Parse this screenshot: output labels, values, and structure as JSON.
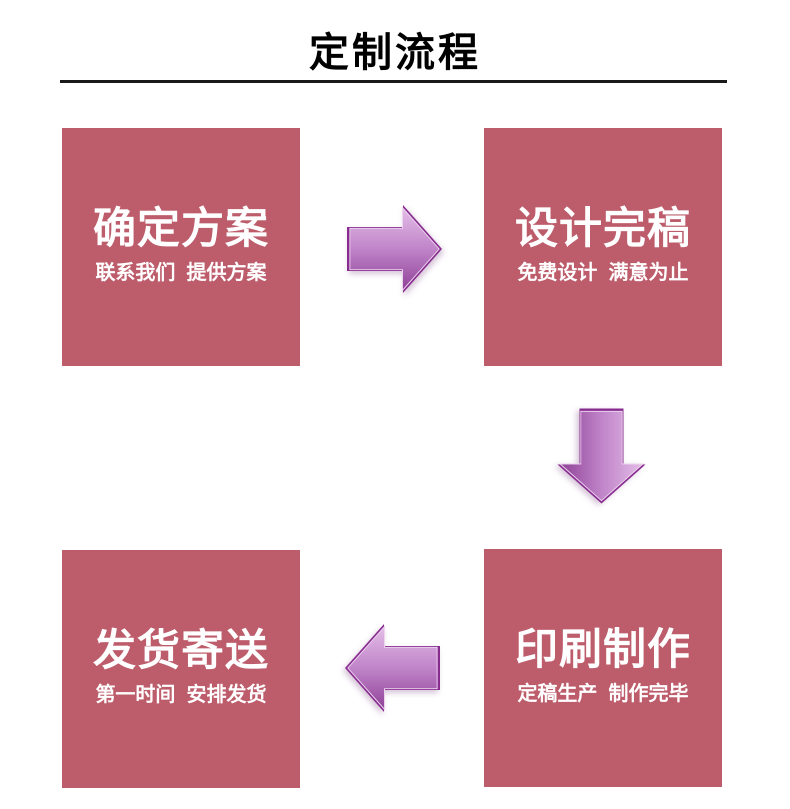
{
  "header": {
    "title": "定制流程"
  },
  "theme": {
    "box_color": "#bd5c6b",
    "text_color": "#ffffff",
    "title_color": "#000000",
    "divider_color": "#1a1a1a",
    "arrow_light": "#e3bde7",
    "arrow_mid": "#c084c9",
    "arrow_dark": "#8f4297",
    "arrow_outline": "#882c90"
  },
  "steps": [
    {
      "title": "确定方案",
      "subtitle": "联系我们  提供方案",
      "position": "top-left"
    },
    {
      "title": "设计完稿",
      "subtitle": "免费设计  满意为止",
      "position": "top-right"
    },
    {
      "title": "印刷制作",
      "subtitle": "定稿生产  制作完毕",
      "position": "bottom-right"
    },
    {
      "title": "发货寄送",
      "subtitle": "第一时间  安排发货",
      "position": "bottom-left"
    }
  ],
  "arrows": [
    {
      "direction": "right"
    },
    {
      "direction": "down"
    },
    {
      "direction": "left"
    }
  ]
}
